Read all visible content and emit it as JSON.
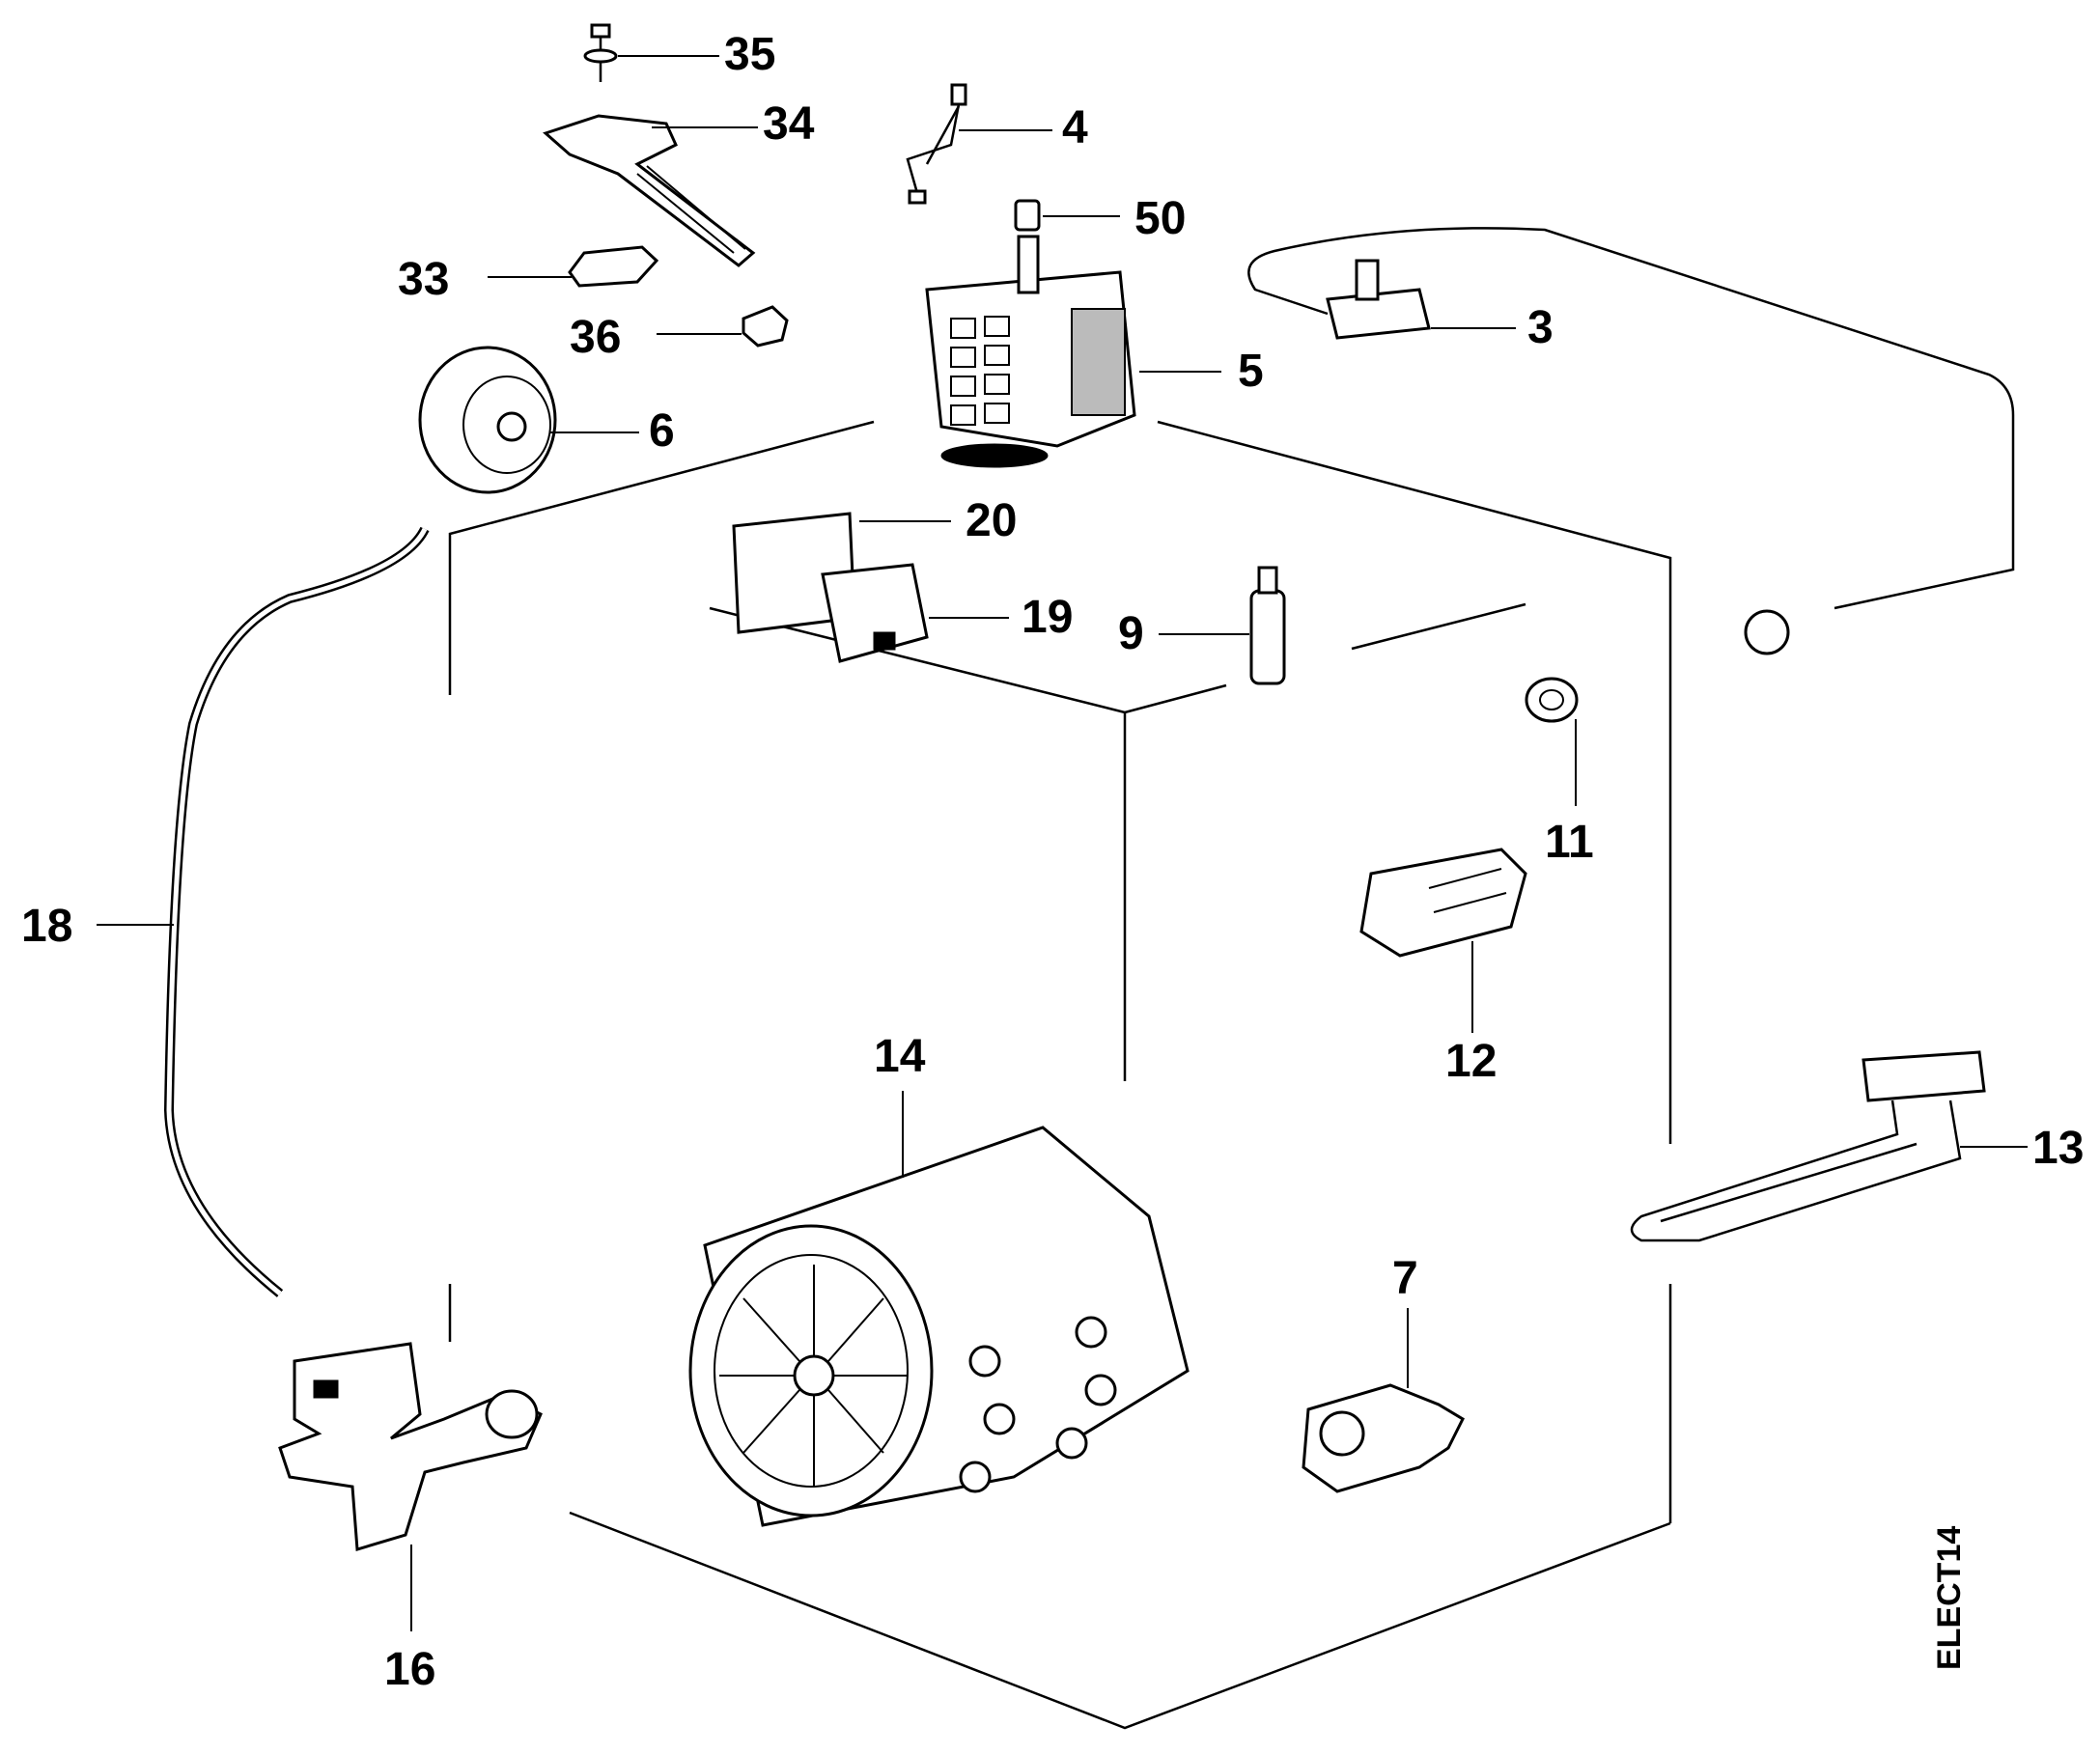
{
  "diagram": {
    "drawing_code": "ELECT14",
    "labels": [
      {
        "id": "35",
        "text": "35"
      },
      {
        "id": "34",
        "text": "34"
      },
      {
        "id": "4",
        "text": "4"
      },
      {
        "id": "50",
        "text": "50"
      },
      {
        "id": "33",
        "text": "33"
      },
      {
        "id": "36",
        "text": "36"
      },
      {
        "id": "3",
        "text": "3"
      },
      {
        "id": "5",
        "text": "5"
      },
      {
        "id": "6",
        "text": "6"
      },
      {
        "id": "20",
        "text": "20"
      },
      {
        "id": "19",
        "text": "19"
      },
      {
        "id": "9",
        "text": "9"
      },
      {
        "id": "11",
        "text": "11"
      },
      {
        "id": "18",
        "text": "18"
      },
      {
        "id": "12",
        "text": "12"
      },
      {
        "id": "14",
        "text": "14"
      },
      {
        "id": "13",
        "text": "13"
      },
      {
        "id": "7",
        "text": "7"
      },
      {
        "id": "16",
        "text": "16"
      }
    ]
  }
}
